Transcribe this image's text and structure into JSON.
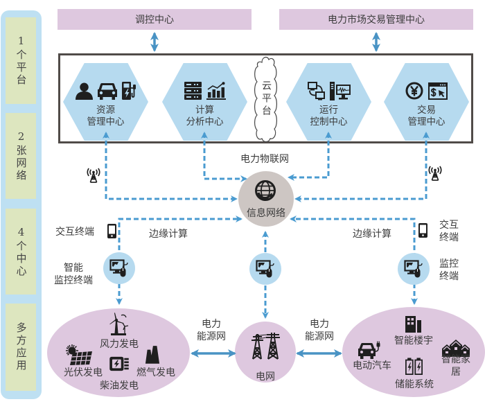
{
  "sidebar": {
    "levels": [
      {
        "label": "1个平台"
      },
      {
        "label": "2张网络"
      },
      {
        "label": "4个中心"
      },
      {
        "label": "多方应用"
      }
    ]
  },
  "top_centers": [
    {
      "label": "调控中心"
    },
    {
      "label": "电力市场交易管理中心"
    }
  ],
  "platform": {
    "cloud_label": "云平台",
    "centers": [
      {
        "label": "资源\n管理中心",
        "icons": [
          "person-icon",
          "car-icon",
          "charging-station-icon"
        ]
      },
      {
        "label": "计算\n分析中心",
        "icons": [
          "server-icon",
          "bar-chart-icon"
        ]
      },
      {
        "label": "运行\n控制中心",
        "icons": [
          "network-devices-icon",
          "computer-monitor-icon"
        ]
      },
      {
        "label": "交易\n管理中心",
        "icons": [
          "yen-coin-icon",
          "payment-window-icon"
        ]
      }
    ]
  },
  "network": {
    "iot_label": "电力物联网",
    "info_network": {
      "label": "信息网络",
      "icon": "globe-icon"
    },
    "edge_computing": [
      {
        "label": "边缘计算"
      },
      {
        "label": "边缘计算"
      }
    ],
    "interactive_terminals": [
      {
        "label": "交互终端",
        "icon": "phone-icon"
      },
      {
        "label": "交互\n终端",
        "icon": "phone-icon"
      }
    ],
    "monitor_terminals": [
      {
        "label": "智能\n监控终端",
        "icon": "monitor-mouse-icon"
      },
      {
        "label": "监控\n终端",
        "icon": "monitor-mouse-icon"
      }
    ],
    "wireless_icon": "signal-tower-icon"
  },
  "energy": {
    "energy_net_labels": [
      {
        "label": "电力\n能源网"
      },
      {
        "label": "电力\n能源网"
      }
    ],
    "grid": {
      "label": "电网",
      "icon": "transmission-tower-icon"
    },
    "generation": [
      {
        "label": "风力发电",
        "icon": "wind-turbine-icon"
      },
      {
        "label": "光伏发电",
        "icon": "solar-panel-icon"
      },
      {
        "label": "柴油发电",
        "icon": "diesel-generator-icon"
      },
      {
        "label": "燃气发电",
        "icon": "gas-plant-icon"
      }
    ],
    "consumption": [
      {
        "label": "智能楼宇",
        "icon": "building-icon"
      },
      {
        "label": "电动汽车",
        "icon": "electric-car-icon"
      },
      {
        "label": "储能系统",
        "icon": "battery-storage-icon"
      },
      {
        "label": "智能家居",
        "icon": "smart-home-icon"
      }
    ]
  },
  "colors": {
    "accent": "#4a9bd0",
    "arrow_solid": "#4993c4",
    "hex": "#b6daef",
    "pink": "#dec8df",
    "info": "#cdc6c3",
    "side_outer": "#bee0f2",
    "side_inner": "#dde6bf",
    "frame": "#504b48"
  }
}
